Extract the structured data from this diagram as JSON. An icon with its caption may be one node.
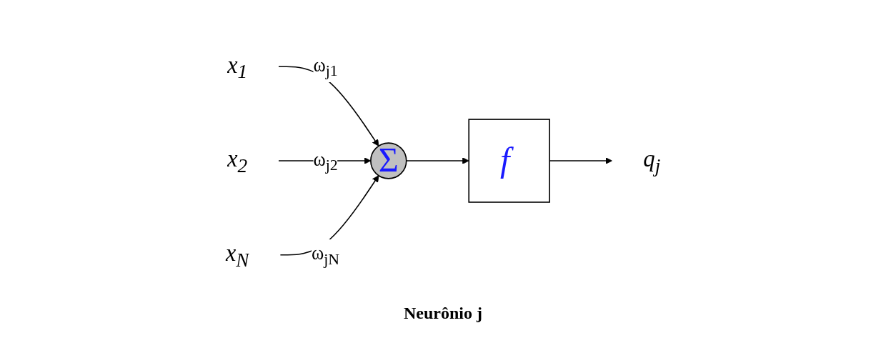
{
  "diagram": {
    "caption": "Neurônio j",
    "nodes": [
      {
        "text": [
          "x$_{1}$"
        ]
      },
      {
        "text": [
          "x$_{2}$"
        ]
      },
      {
        "text": [
          "x$_{N}$"
        ]
      },
      {
        "text": [
          "Σ"
        ]
      },
      {
        "text": [
          "f"
        ]
      },
      {
        "text": [
          "q$_{j}$"
        ]
      }
    ],
    "edges": [
      {
        "from": 0,
        "to": 3,
        "arrow": "to",
        "label": "ω$_{j1}$"
      },
      {
        "from": 1,
        "to": 3,
        "arrow": "to",
        "label": "ω$_{j2}$"
      },
      {
        "from": 2,
        "to": 3,
        "arrow": "to",
        "label": "ω$_{jN}$"
      },
      {
        "from": 3,
        "to": 4,
        "arrow": "to"
      },
      {
        "from": 4,
        "to": 5,
        "arrow": "to"
      }
    ]
  }
}
